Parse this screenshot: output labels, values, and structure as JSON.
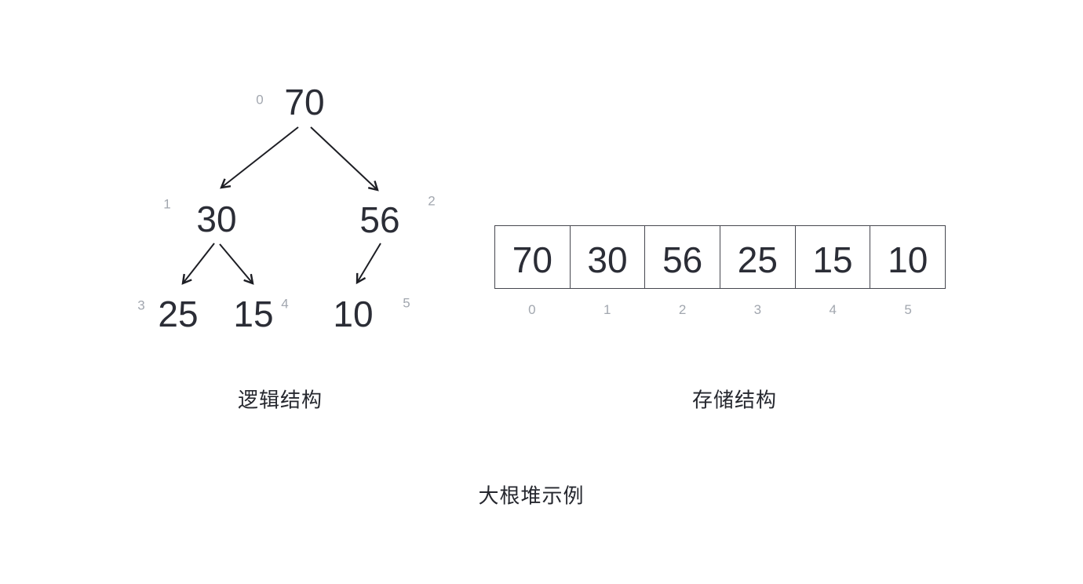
{
  "diagram": {
    "caption": "大根堆示例",
    "tree": {
      "label": "逻辑结构",
      "nodes": [
        {
          "value": "70",
          "index": "0"
        },
        {
          "value": "30",
          "index": "1"
        },
        {
          "value": "56",
          "index": "2"
        },
        {
          "value": "25",
          "index": "3"
        },
        {
          "value": "15",
          "index": "4"
        },
        {
          "value": "10",
          "index": "5"
        }
      ]
    },
    "array": {
      "label": "存储结构",
      "cells": [
        "70",
        "30",
        "56",
        "25",
        "15",
        "10"
      ],
      "indices": [
        "0",
        "1",
        "2",
        "3",
        "4",
        "5"
      ]
    },
    "colors": {
      "node_text": "#2b2d36",
      "index_text": "#a2a7af",
      "border": "#46474f",
      "arrow": "#1d1e24",
      "background": "#ffffff"
    }
  }
}
